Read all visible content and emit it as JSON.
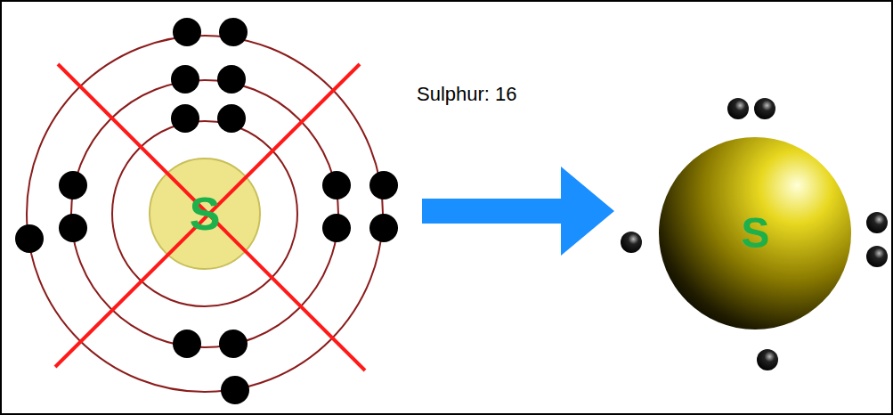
{
  "diagram": {
    "nodes": [
      {
        "text": [
          "S"
        ]
      },
      {
        "text": [
          "S"
        ]
      }
    ],
    "edges": [
      {
        "from": 0,
        "to": 1,
        "arrow": "to"
      }
    ],
    "labels": [
      "Sulphur: 16"
    ]
  }
}
